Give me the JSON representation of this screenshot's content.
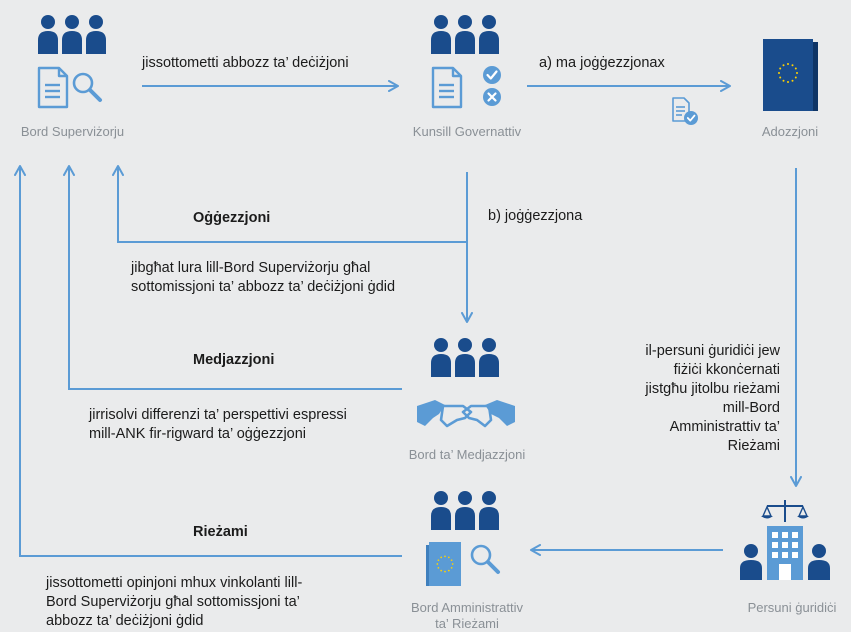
{
  "colors": {
    "background": "#eaebec",
    "icon_dark": "#1a4c8c",
    "icon_light": "#5b9bd5",
    "arrow": "#5b9bd5",
    "caption": "#8a9096",
    "text": "#1b1b1b"
  },
  "nodes": {
    "supervisory_board": {
      "label": "Bord Superviżorju",
      "icons": [
        "people-icon",
        "document-search-icon"
      ]
    },
    "governing_council": {
      "label": "Kunsill Governattiv",
      "icons": [
        "people-icon",
        "document-check-reject-icon"
      ]
    },
    "adoption": {
      "label": "Adozzjoni",
      "icons": [
        "eu-book-icon"
      ]
    },
    "mediation_panel": {
      "label": "Bord ta’ Medjazzjoni",
      "icons": [
        "people-icon",
        "handshake-icon"
      ]
    },
    "admin_board_review": {
      "label_line1": "Bord Amministrattiv",
      "label_line2": "ta’ Rieżami",
      "icons": [
        "people-icon",
        "eu-book-search-icon"
      ]
    },
    "legal_persons": {
      "label": "Persuni ġuridiċi",
      "icons": [
        "justice-building-icon"
      ]
    }
  },
  "edges": {
    "submit_draft": "jissottometti abbozz ta’ deċiżjoni",
    "no_objection": "a) ma joġġezzjonax",
    "objection_label": "b) joġġezzjona",
    "objection_title": "Oġġezzjoni",
    "objection_text_1": "jibgħat lura lill-Bord Superviżorju għal",
    "objection_text_2": "sottomissjoni ta’ abbozz ta’ deċiżjoni ġdid",
    "mediation_title": "Medjazzjoni",
    "mediation_text_1": "jirrisolvi differenzi ta’ perspettivi espressi",
    "mediation_text_2": "mill-ANK fir-rigward ta’ oġġezzjoni",
    "legal_request_1": "il-persuni ġuridiċi jew",
    "legal_request_2": "fiżiċi kkonċernati",
    "legal_request_3": "jistgħu jitolbu rieżami",
    "legal_request_4": "mill-Bord",
    "legal_request_5": "Amministrattiv ta’",
    "legal_request_6": "Rieżami",
    "review_title": "Rieżami",
    "review_text_1": "jissottometti opinjoni mhux vinkolanti lill-",
    "review_text_2": "Bord Superviżorju għal sottomissjoni ta’",
    "review_text_3": "abbozz ta’ deċiżjoni ġdid"
  }
}
